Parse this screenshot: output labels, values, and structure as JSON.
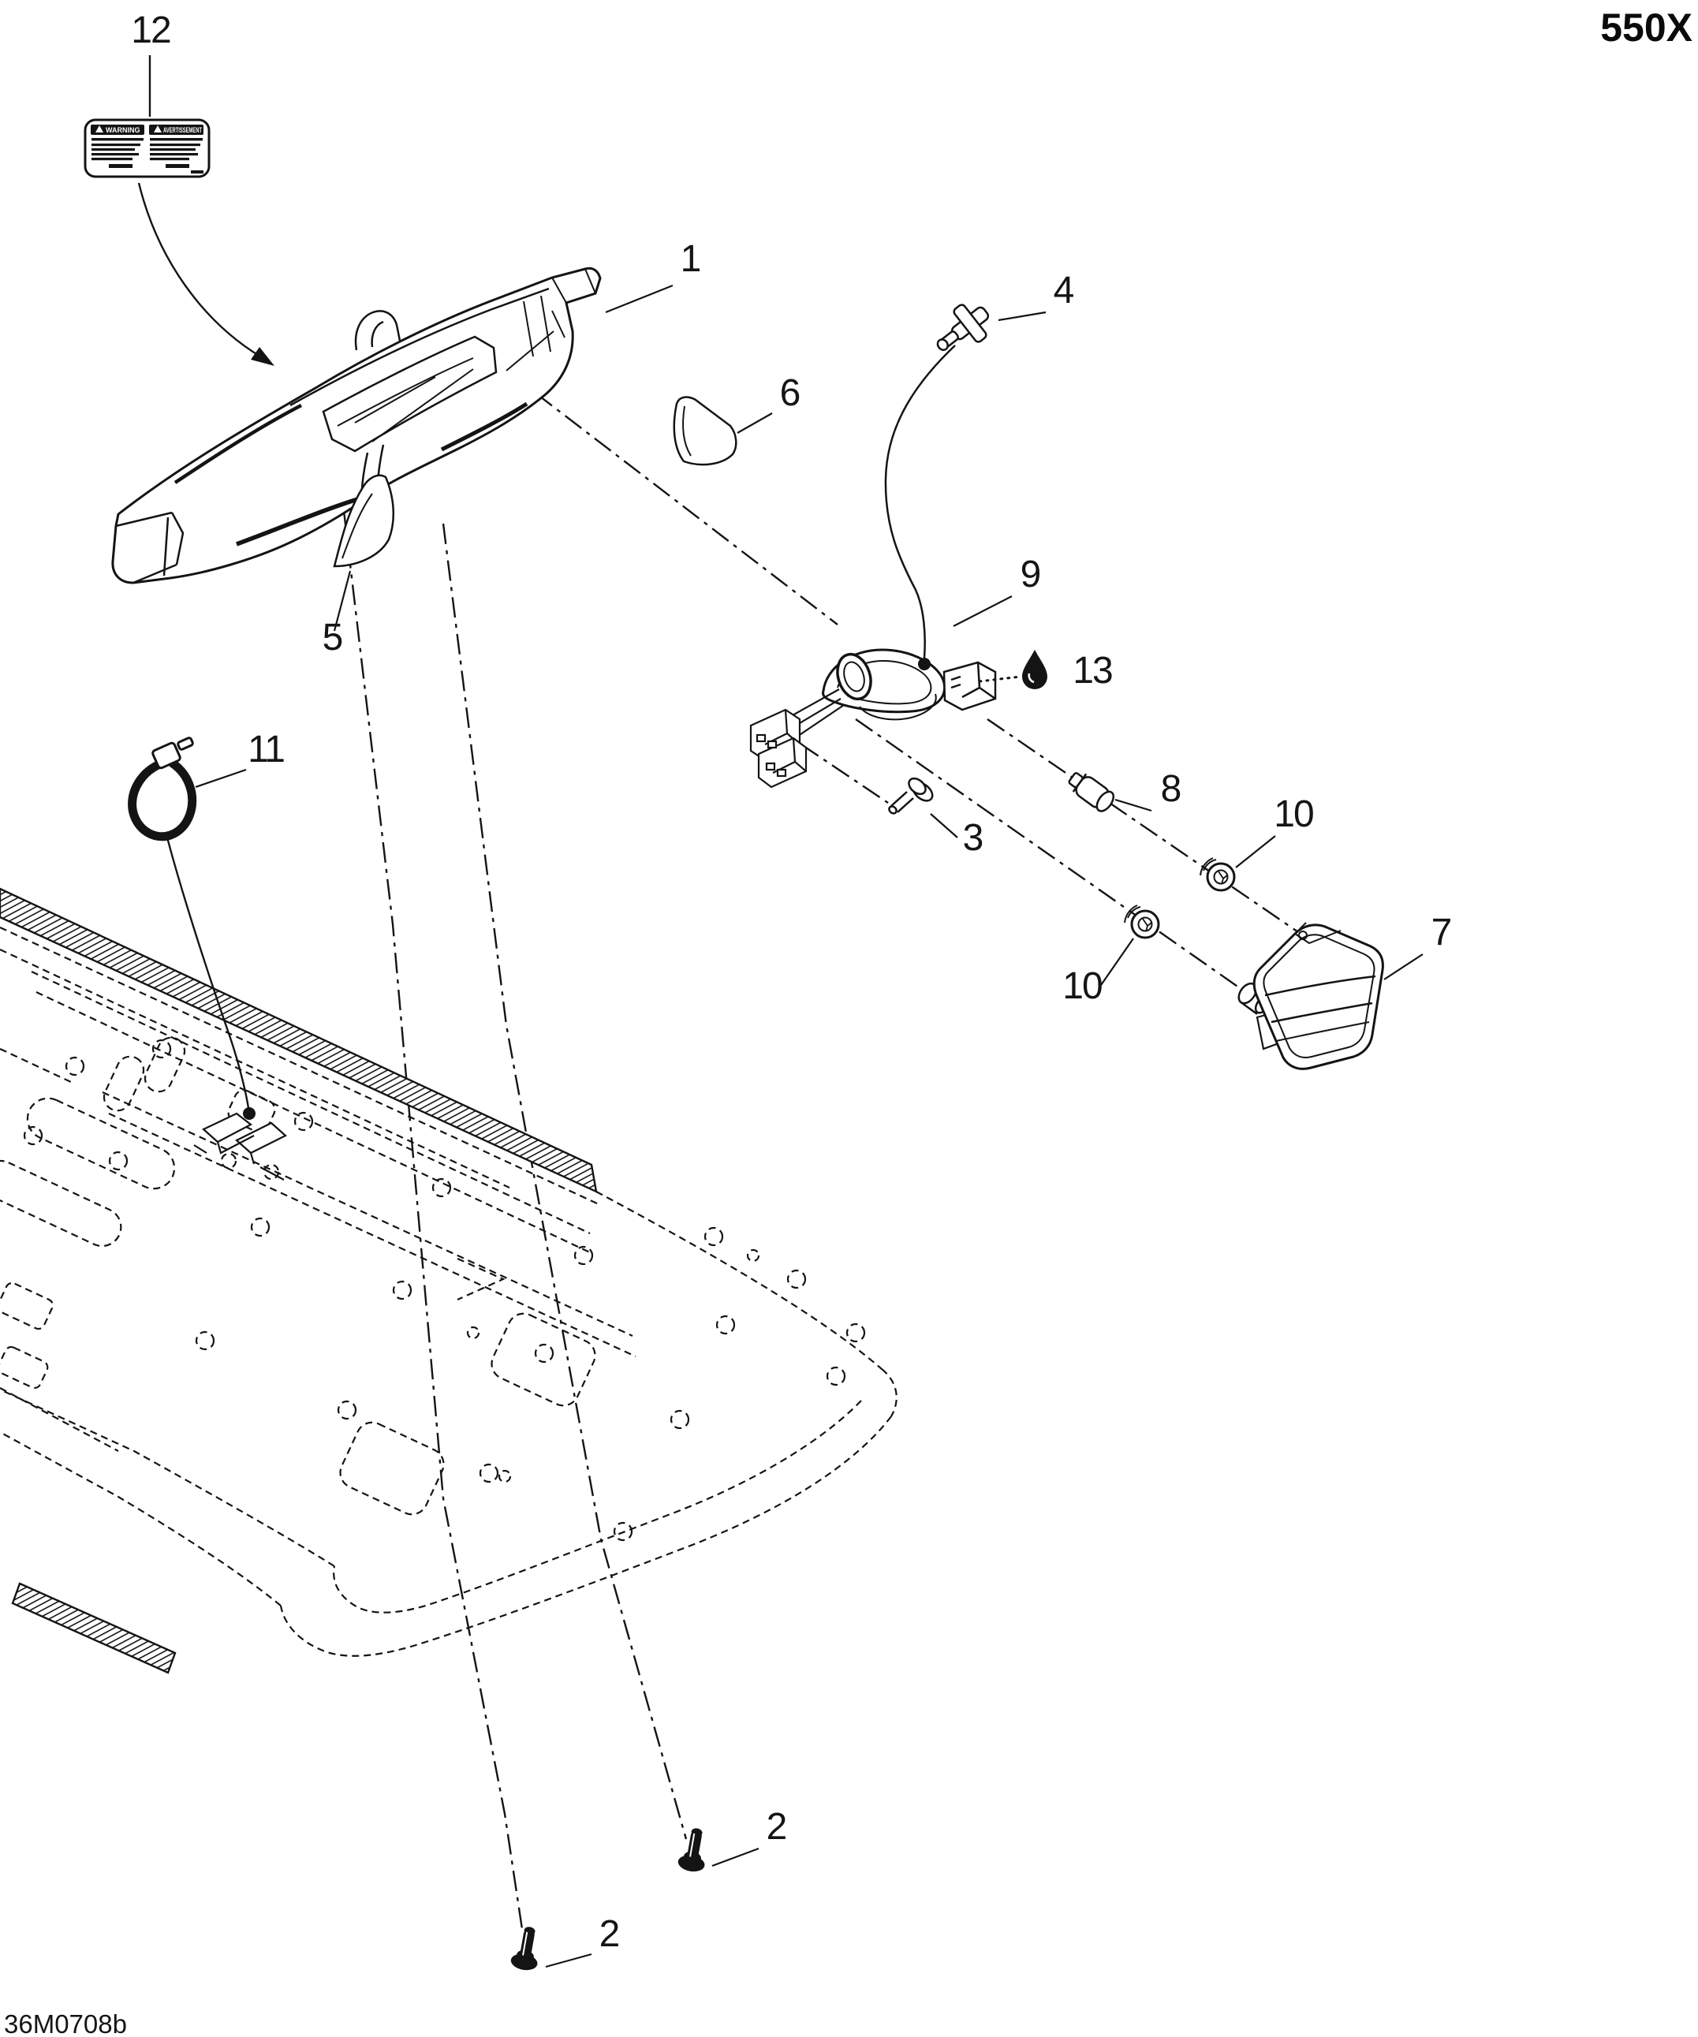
{
  "page": {
    "model_code": "550X",
    "diagram_code": "36M0708b"
  },
  "warning_label": {
    "left_header": "WARNING",
    "right_header": "AVERTISSEMENT"
  },
  "callouts": [
    {
      "part": "12"
    },
    {
      "part": "1"
    },
    {
      "part": "4"
    },
    {
      "part": "6"
    },
    {
      "part": "5"
    },
    {
      "part": "11"
    },
    {
      "part": "9"
    },
    {
      "part": "13"
    },
    {
      "part": "3"
    },
    {
      "part": "8"
    },
    {
      "part": "10"
    },
    {
      "part": "10"
    },
    {
      "part": "7"
    },
    {
      "part": "2"
    },
    {
      "part": "2"
    }
  ]
}
